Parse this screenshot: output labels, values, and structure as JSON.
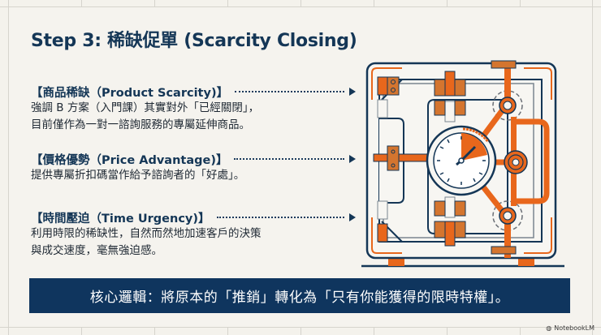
{
  "slide": {
    "title": "Step 3: 稀缺促單 (Scarcity Closing)",
    "points": [
      {
        "heading": "【商品稀缺（Product Scarcity)】",
        "lines": [
          "強調 B 方案（入門課）其實對外「已經關閉」，",
          "目前僅作為一對一諮詢服務的專屬延伸商品。"
        ]
      },
      {
        "heading": "【價格優勢（Price Advantage)】",
        "lines": [
          "提供專屬折扣碼當作給予諮詢者的「好處」。"
        ]
      },
      {
        "heading": "【時間壓迫（Time Urgency)】",
        "lines": [
          "利用時限的稀缺性，自然而然地加速客戶的決策",
          "與成交速度，毫無強迫感。"
        ]
      }
    ],
    "banner": "核心邏輯：將原本的「推銷」轉化為「只有你能獲得的限時特權」。",
    "illustration": "vault-safe-with-timer-dial",
    "colors": {
      "navy": "#143656",
      "banner": "#0f355e",
      "orange": "#e8671c",
      "background": "#f4f2ec"
    }
  },
  "brand": {
    "icon": "notebooklm-icon",
    "label": "NotebookLM"
  }
}
